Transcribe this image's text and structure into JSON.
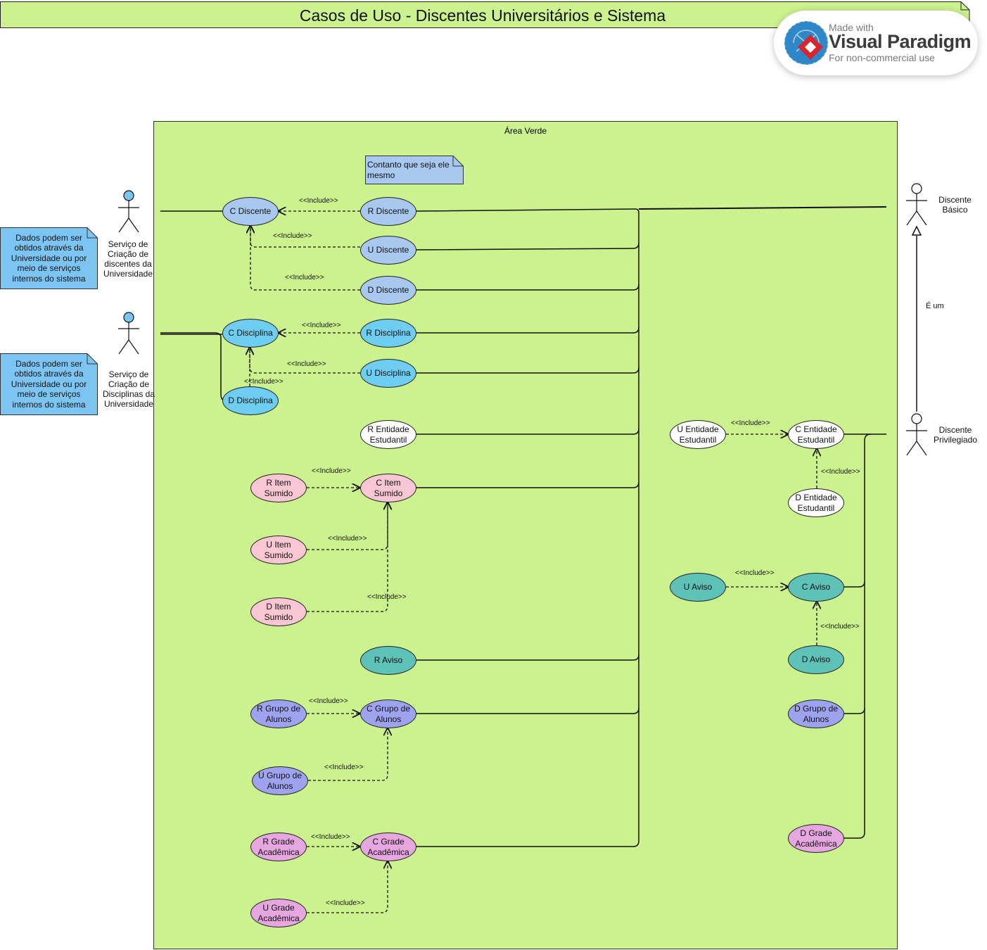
{
  "title": "Casos de Uso - Discentes Universitários e Sistema",
  "boundary_label": "Área Verde",
  "watermark": {
    "made_with": "Made with",
    "brand": "Visual Paradigm",
    "subtitle": "For non-commercial use"
  },
  "colors": {
    "boundary": "#ccf28f",
    "blue_light": "#a9c8f0",
    "blue_sky": "#6fcdf2",
    "white": "#ffffff",
    "pink": "#f9c6d3",
    "teal": "#5ec2b8",
    "purple": "#9ea3ef",
    "violet": "#e6a6e0",
    "note_blue": "#7cc4f2"
  },
  "actors": {
    "discentes_service": "Serviço de Criação de discentes da Universidade",
    "disciplinas_service": "Serviço de Criação de Disciplinas da Universidade",
    "discente_basico": "Discente Básico",
    "discente_privilegiado": "Discente Privilegiado"
  },
  "notes": {
    "dados_1": "Dados podem ser obtidos através da Universidade ou por meio de serviços internos do sistema",
    "dados_2": "Dados podem ser obtidos através da Universidade ou por meio de serviços internos do sistema",
    "contanto": "Contanto que seja ele mesmo"
  },
  "use_cases": {
    "c_discente": "C Discente",
    "r_discente": "R Discente",
    "u_discente": "U Discente",
    "d_discente": "D Discente",
    "c_disciplina": "C Disciplina",
    "r_disciplina": "R Disciplina",
    "u_disciplina": "U Disciplina",
    "d_disciplina": "D Disciplina",
    "r_entidade": "R Entidade Estudantil",
    "r_item": "R Item Sumido",
    "c_item": "C Item Sumido",
    "u_item": "U Item Sumido",
    "d_item": "D Item Sumido",
    "r_aviso": "R Aviso",
    "r_grupo": "R Grupo de Alunos",
    "c_grupo": "C Grupo de Alunos",
    "u_grupo": "U Grupo de Alunos",
    "r_grade": "R Grade Acadêmica",
    "c_grade": "C Grade Acadêmica",
    "u_grade": "U Grade Acadêmica",
    "u_entidade": "U Entidade Estudantil",
    "c_entidade": "C Entidade Estudantil",
    "d_entidade": "D Entidade Estudantil",
    "u_aviso": "U Aviso",
    "c_aviso": "C Aviso",
    "d_aviso": "D Aviso",
    "d_grupo": "D Grupo de Alunos",
    "d_grade": "D Grade Acadêmica"
  },
  "include_label": "<<Include>>",
  "generalization_label": "É um"
}
